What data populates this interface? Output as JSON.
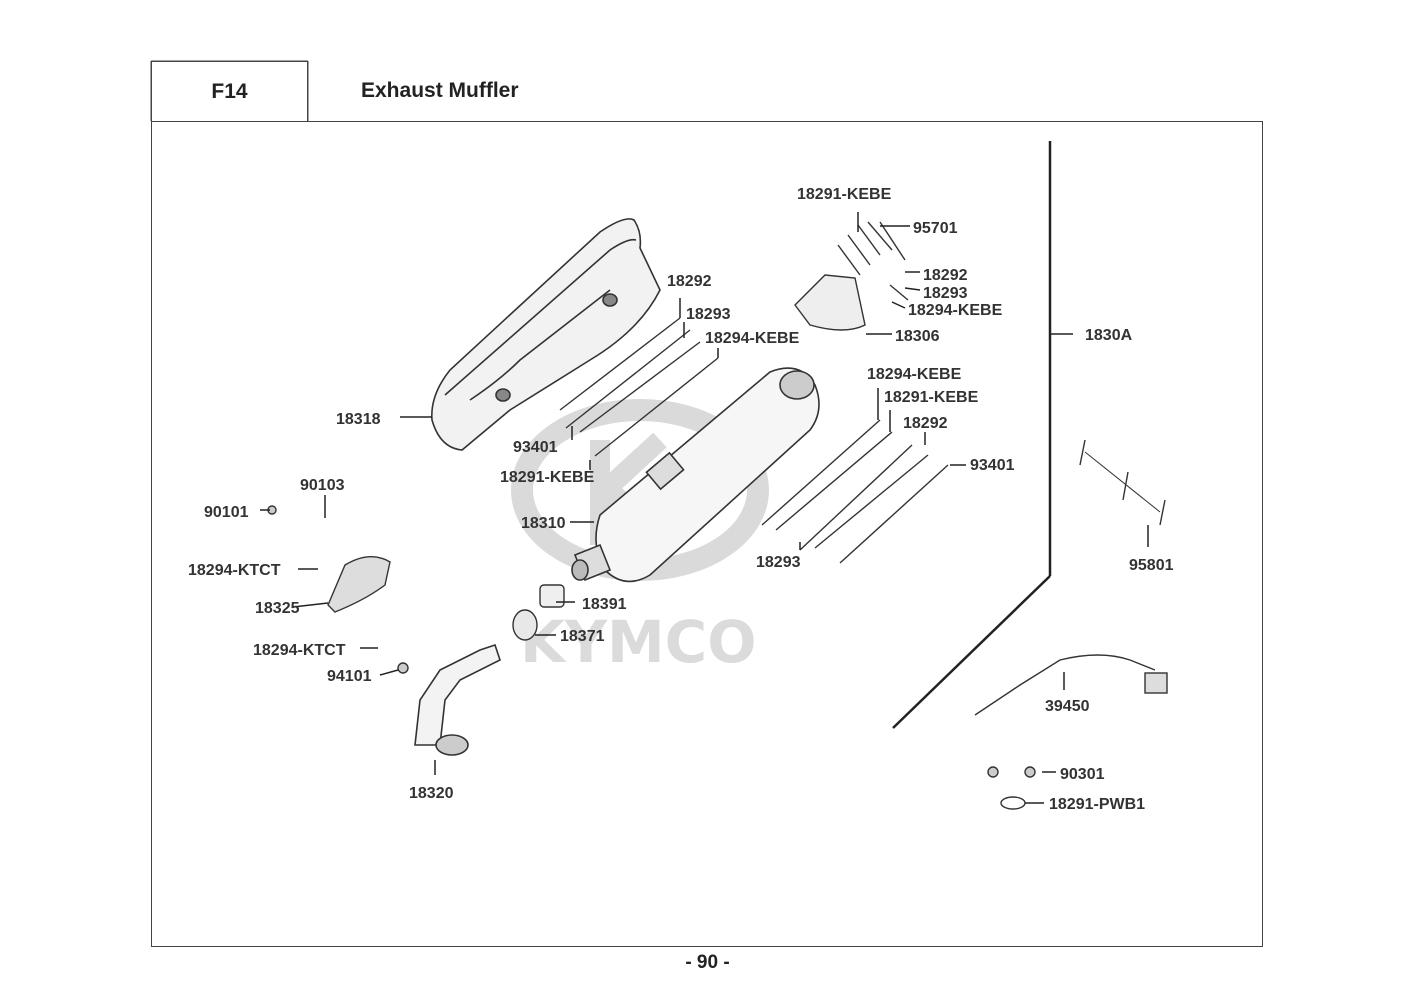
{
  "header": {
    "section_code": "F14",
    "title": "Exhaust Muffler"
  },
  "watermark": {
    "brand": "KYMCO"
  },
  "callouts": {
    "c18291_kebe_top": "18291-KEBE",
    "c95701": "95701",
    "c18292_right": "18292",
    "c18293_right": "18293",
    "c18294_kebe_right": "18294-KEBE",
    "c18306": "18306",
    "c1830a": "1830A",
    "c18292_mid": "18292",
    "c18293_mid": "18293",
    "c18294_kebe_mid": "18294-KEBE",
    "c18318": "18318",
    "c93401_left": "93401",
    "c18291_kebe_left": "18291-KEBE",
    "c18294_kebe_lower": "18294-KEBE",
    "c18291_kebe_lower": "18291-KEBE",
    "c18292_lower": "18292",
    "c93401_right": "93401",
    "c18310": "18310",
    "c18293_lower": "18293",
    "c90103": "90103",
    "c90101": "90101",
    "c18294_ktct_upper": "18294-KTCT",
    "c18325": "18325",
    "c18391": "18391",
    "c18371": "18371",
    "c18294_ktct_lower": "18294-KTCT",
    "c94101": "94101",
    "c18320": "18320",
    "c95801": "95801",
    "c39450": "39450",
    "c90301": "90301",
    "c18291_pwb1": "18291-PWB1"
  },
  "footer": {
    "page_number": "- 90 -"
  }
}
